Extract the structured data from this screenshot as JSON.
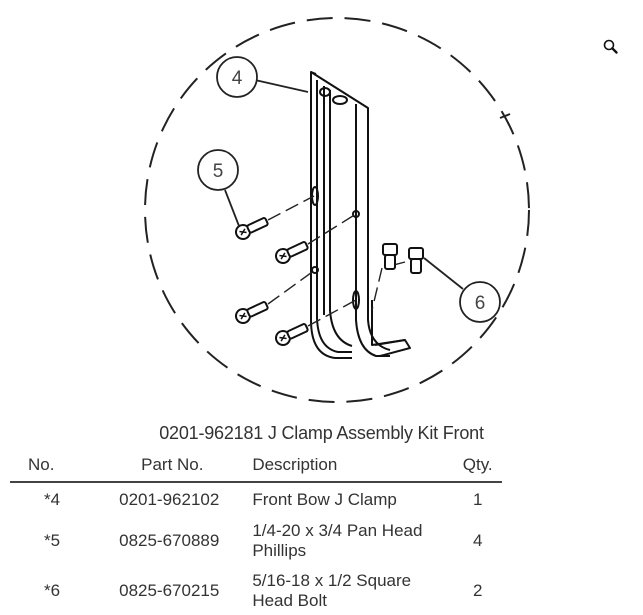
{
  "viewer": {
    "zoom_icon": "magnifier-icon"
  },
  "drawing": {
    "callouts": [
      {
        "label": "4",
        "item": "J clamp"
      },
      {
        "label": "5",
        "item": "pan head screws"
      },
      {
        "label": "6",
        "item": "square head bolts"
      }
    ]
  },
  "kit": {
    "title": "0201-962181  J Clamp Assembly Kit Front"
  },
  "table": {
    "headers": {
      "no": "No.",
      "part_no": "Part No.",
      "description": "Description",
      "qty": "Qty."
    },
    "rows": [
      {
        "no": "*4",
        "part_no": "0201-962102",
        "description": "Front Bow J Clamp",
        "qty": "1"
      },
      {
        "no": "*5",
        "part_no": "0825-670889",
        "description": "1/4-20 x 3/4 Pan Head Phillips",
        "qty": "4"
      },
      {
        "no": "*6",
        "part_no": "0825-670215",
        "description": "5/16-18 x 1/2 Square Head Bolt",
        "qty": "2"
      }
    ]
  }
}
